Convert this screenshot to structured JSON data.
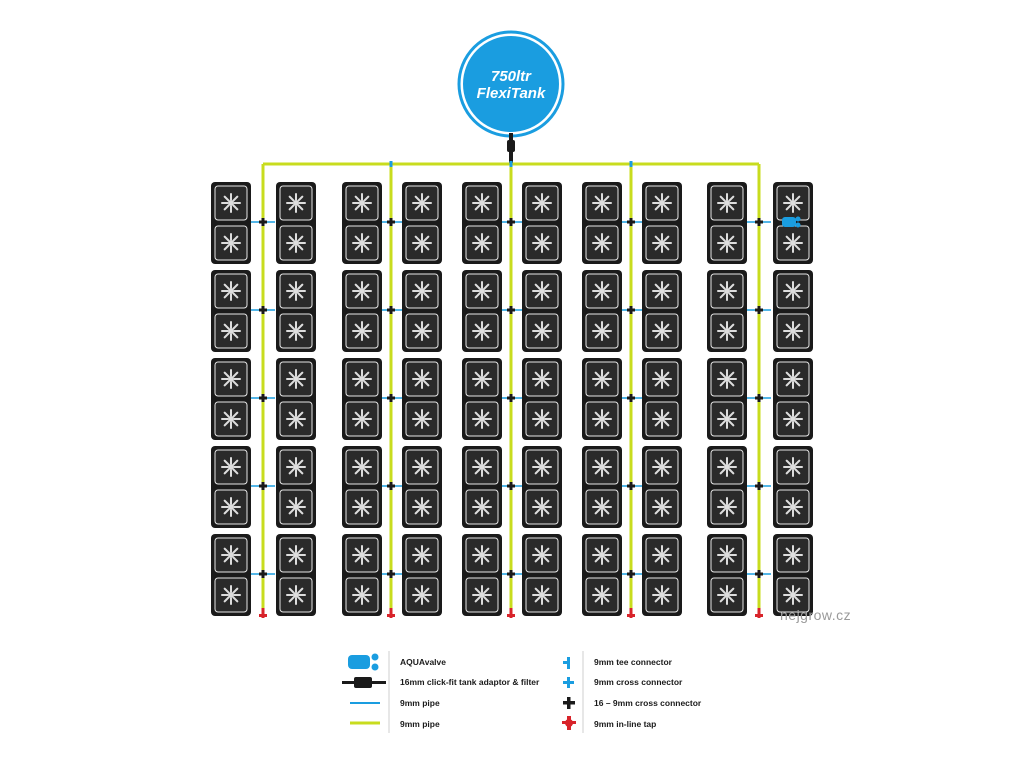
{
  "tank": {
    "line1": "750ltr",
    "line2": "FlexiTank"
  },
  "watermark": "nejgrow.cz",
  "colors": {
    "tank_blue": "#1a9de0",
    "pipe_16mm": "#c8dc1e",
    "pipe_9mm": "#1a9de0",
    "tap_red": "#d8232a",
    "pot_black": "#1a1a1a"
  },
  "legend": {
    "left": [
      {
        "icon": "aquavalve-icon",
        "label": "AQUAvalve"
      },
      {
        "icon": "tank-adaptor-filter-icon",
        "label": "16mm click-fit tank adaptor & filter"
      },
      {
        "icon": "pipe-9mm-blue-icon",
        "label": "9mm pipe"
      },
      {
        "icon": "pipe-9mm-green-icon",
        "label": "9mm pipe"
      }
    ],
    "right": [
      {
        "icon": "tee-connector-icon",
        "label": "9mm tee connector"
      },
      {
        "icon": "cross-connector-blue-icon",
        "label": "9mm cross connector"
      },
      {
        "icon": "cross-connector-black-icon",
        "label": "16 – 9mm cross connector"
      },
      {
        "icon": "inline-tap-icon",
        "label": "9mm in-line tap"
      }
    ]
  },
  "layout_counts": {
    "pot_columns": 10,
    "pot_rows": 5,
    "pots_per_tray": 2
  }
}
